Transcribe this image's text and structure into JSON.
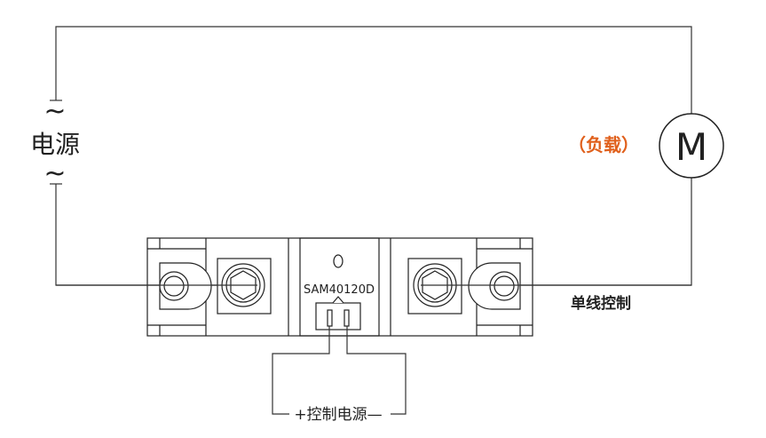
{
  "labels": {
    "source_ac_top": "~",
    "source": "电源",
    "source_ac_bottom": "~",
    "load": "（负载）",
    "motor_symbol": "M",
    "model": "SAM40120D",
    "control_mode": "单线控制",
    "control_power": "+控制电源—"
  },
  "colors": {
    "wire": "#333333",
    "module_outline": "#222222",
    "load_text": "#e0601c",
    "text": "#222222"
  }
}
